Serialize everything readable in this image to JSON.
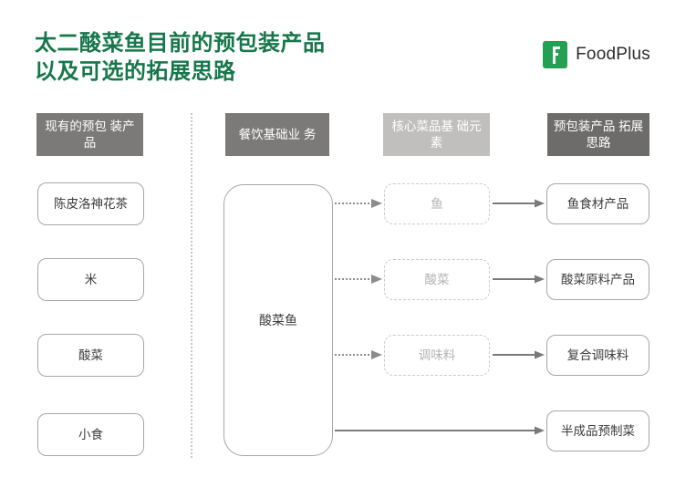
{
  "slide": {
    "title": "太二酸菜鱼目前的预包装产品\n以及可选的拓展思路",
    "title_color": "#17774a",
    "background": "#ffffff"
  },
  "logo": {
    "mark_label": "F",
    "text": "FoodPlus",
    "brand_color": "#23a052"
  },
  "columns": [
    {
      "id": "existing-products",
      "header": "现有的预包\n装产品",
      "header_color": "#7c7a79"
    },
    {
      "id": "restaurant-base",
      "header": "餐饮基础业\n务",
      "header_color": "#7c7a79"
    },
    {
      "id": "core-elements",
      "header": "核心菜品基\n础元素",
      "header_color": "#c0bfbe"
    },
    {
      "id": "prepackaged-ideas",
      "header": "预包装产品\n拓展思路",
      "header_color": "#6e6c6b"
    }
  ],
  "existing_products": [
    {
      "label": "陈皮洛神花茶"
    },
    {
      "label": "米"
    },
    {
      "label": "酸菜"
    },
    {
      "label": "小食"
    }
  ],
  "core_business": {
    "label": "酸菜鱼"
  },
  "core_elements": [
    {
      "label": "鱼"
    },
    {
      "label": "酸菜"
    },
    {
      "label": "调味料"
    }
  ],
  "expansion_ideas": [
    {
      "label": "鱼食材产品"
    },
    {
      "label": "酸菜原料产品"
    },
    {
      "label": "复合调味料"
    },
    {
      "label": "半成品预制菜"
    }
  ],
  "connectors": {
    "dotted_style": "dotted-arrow",
    "solid_style": "solid-arrow",
    "arrow_color": "#7c7a79",
    "divider_style": "vertical-dotted"
  }
}
